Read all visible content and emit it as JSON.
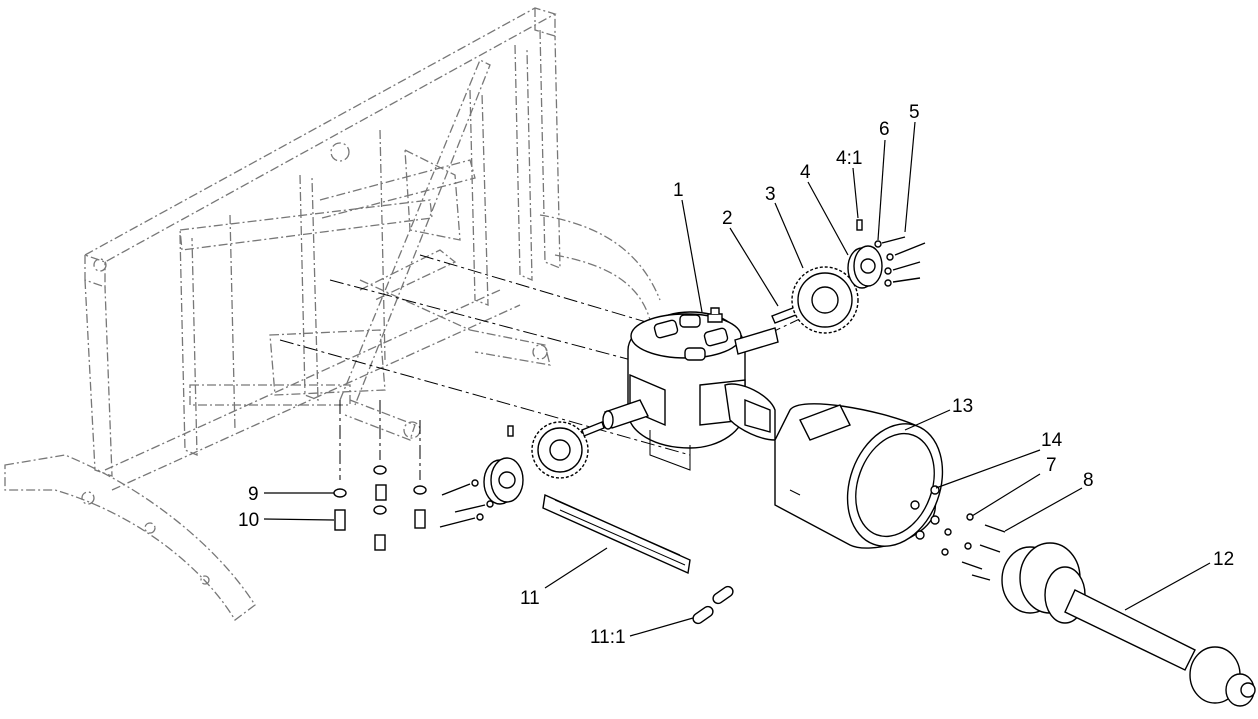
{
  "callouts": {
    "c1": "1",
    "c2": "2",
    "c3": "3",
    "c4": "4",
    "c4_1": "4:1",
    "c5": "5",
    "c6": "6",
    "c7": "7",
    "c8": "8",
    "c9": "9",
    "c10": "10",
    "c11": "11",
    "c11_1": "11:1",
    "c12": "12",
    "c13": "13",
    "c14": "14"
  }
}
